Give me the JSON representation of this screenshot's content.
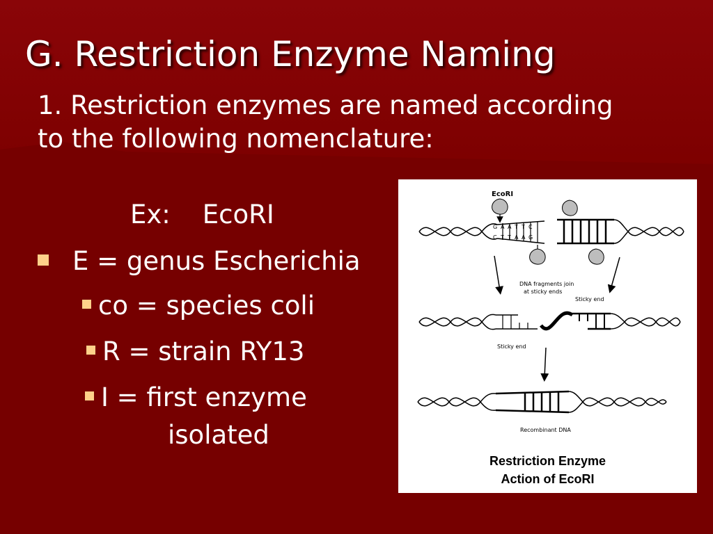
{
  "slide": {
    "title": "G. Restriction Enzyme Naming",
    "subtitle_line1": "1. Restriction enzymes are named according",
    "subtitle_line2": "to the following nomenclature:",
    "example_prefix": "Ex:",
    "example_name": "EcoRI",
    "bullets": [
      {
        "text": "E = genus Escherichia"
      },
      {
        "text": "co = species coli"
      },
      {
        "text": "R = strain RY13"
      },
      {
        "text": "I = first enzyme",
        "continuation": "isolated"
      }
    ],
    "bullet_color": "#ffd08a",
    "background_color": "#7a0000"
  },
  "figure": {
    "enzyme_label": "EcoRI",
    "join_label_line1": "DNA fragments join",
    "join_label_line2": "at sticky ends",
    "sticky_end_label_right": "Sticky end",
    "sticky_end_label_left": "Sticky end",
    "recombinant_label": "Recombinant DNA",
    "caption_line1": "Restriction Enzyme",
    "caption_line2": "Action of EcoRI",
    "base_letters_top": [
      "G",
      "A",
      "A",
      "T",
      "T",
      "C"
    ],
    "base_letters_bottom": [
      "C",
      "T",
      "T",
      "A",
      "A",
      "G"
    ]
  }
}
